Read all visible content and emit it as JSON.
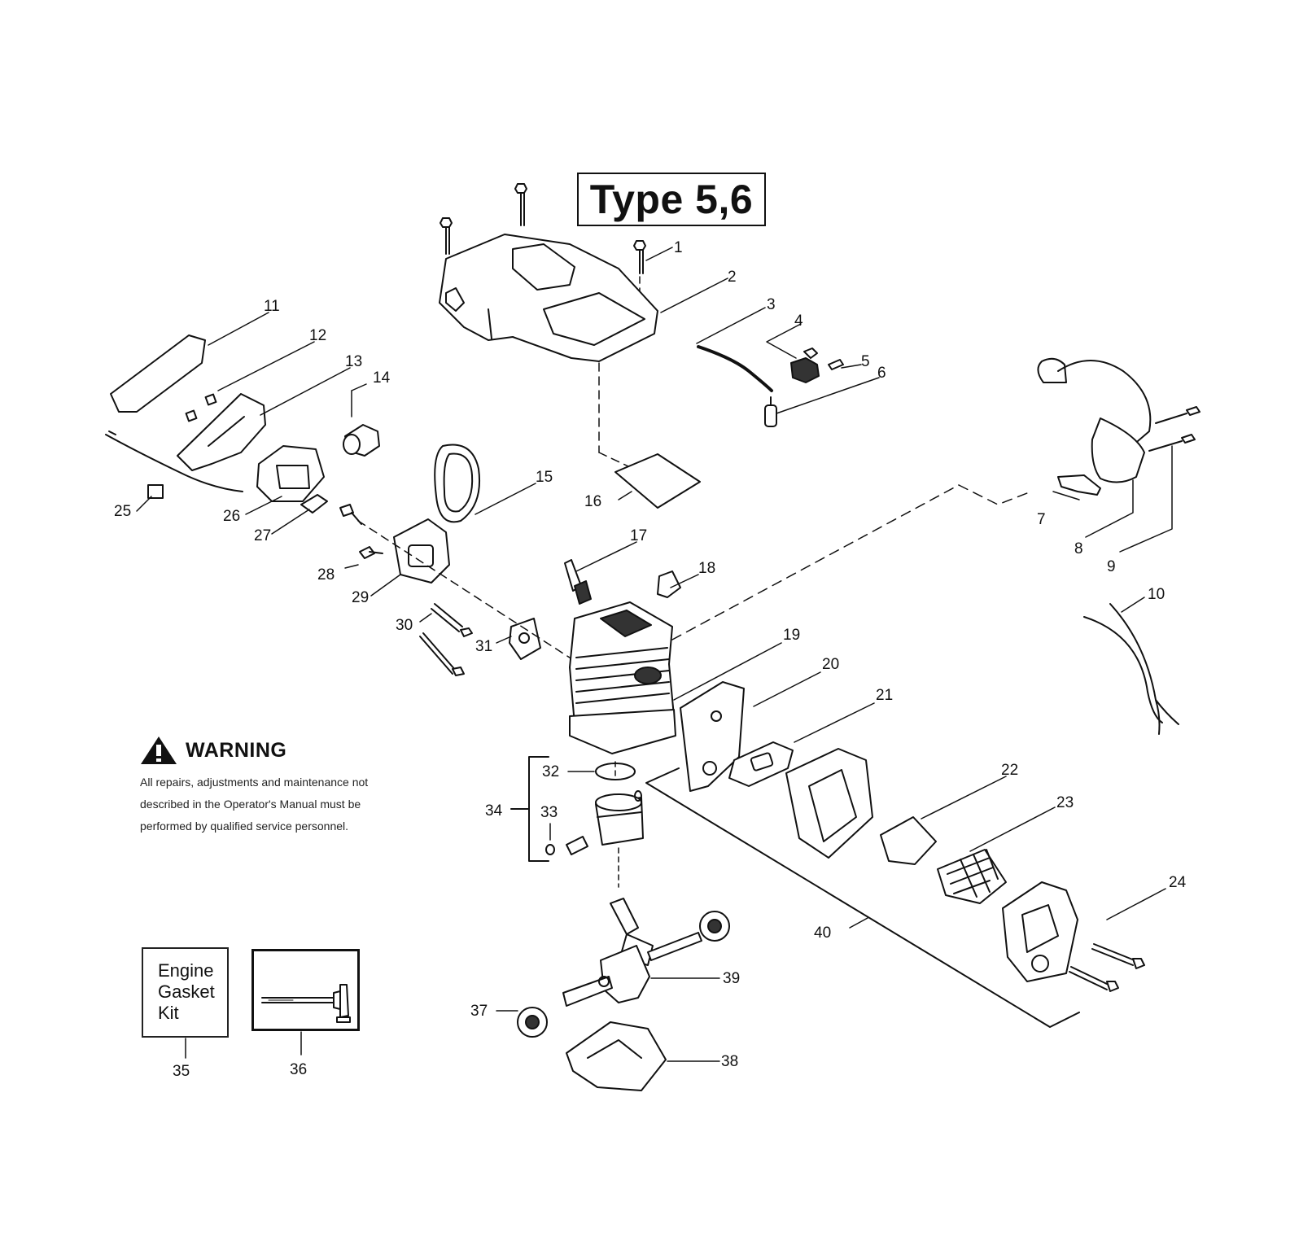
{
  "title": "Type 5,6",
  "warning": {
    "heading": "WARNING",
    "lines": [
      "All repairs, adjustments and maintenance not",
      "described in the Operator's Manual must be",
      "performed by qualified  service personnel."
    ]
  },
  "kit": {
    "lines": [
      "Engine",
      "Gasket",
      "Kit"
    ]
  },
  "callouts": {
    "c1": "1",
    "c2": "2",
    "c3": "3",
    "c4": "4",
    "c5": "5",
    "c6": "6",
    "c7": "7",
    "c8": "8",
    "c9": "9",
    "c10": "10",
    "c11": "11",
    "c12": "12",
    "c13": "13",
    "c14": "14",
    "c15": "15",
    "c16": "16",
    "c17": "17",
    "c18": "18",
    "c19": "19",
    "c20": "20",
    "c21": "21",
    "c22": "22",
    "c23": "23",
    "c24": "24",
    "c25": "25",
    "c26": "26",
    "c27": "27",
    "c28": "28",
    "c29": "29",
    "c30": "30",
    "c31": "31",
    "c32": "32",
    "c33": "33",
    "c34": "34",
    "c35": "35",
    "c36": "36",
    "c37": "37",
    "c38": "38",
    "c39": "39",
    "c40": "40"
  }
}
